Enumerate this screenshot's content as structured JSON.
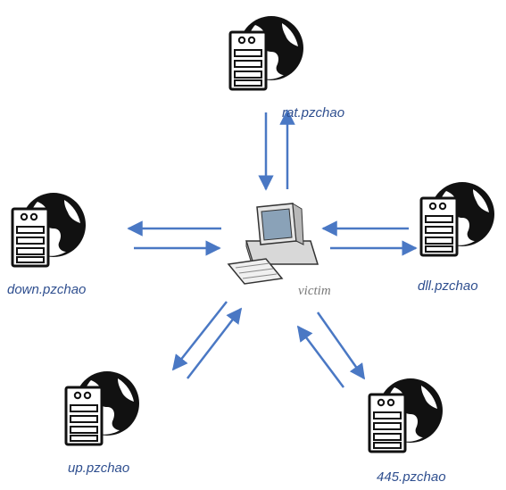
{
  "diagram": {
    "center": {
      "label": "victim",
      "icon": "computer-icon"
    },
    "servers": [
      {
        "id": "rat",
        "label": "rat.pzchao",
        "icon": "server-globe-icon"
      },
      {
        "id": "down",
        "label": "down.pzchao",
        "icon": "server-globe-icon"
      },
      {
        "id": "dll",
        "label": "dll.pzchao",
        "icon": "server-globe-icon"
      },
      {
        "id": "up",
        "label": "up.pzchao",
        "icon": "server-globe-icon"
      },
      {
        "id": "445",
        "label": "445.pzchao",
        "icon": "server-globe-icon"
      }
    ],
    "colors": {
      "arrow": "#4a78c4",
      "label": "#2f4f8f",
      "icon": "#1a1a1a"
    }
  }
}
